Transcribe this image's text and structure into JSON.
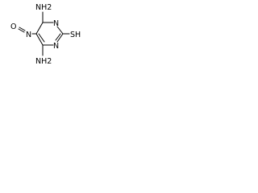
{
  "molecule": {
    "atoms": {
      "nh2_top": "NH2",
      "nh2_bottom": "NH2",
      "n_ring_top": "N",
      "n_ring_bottom": "N",
      "sh": "SH",
      "nitroso_o": "O",
      "nitroso_n": "N"
    }
  }
}
